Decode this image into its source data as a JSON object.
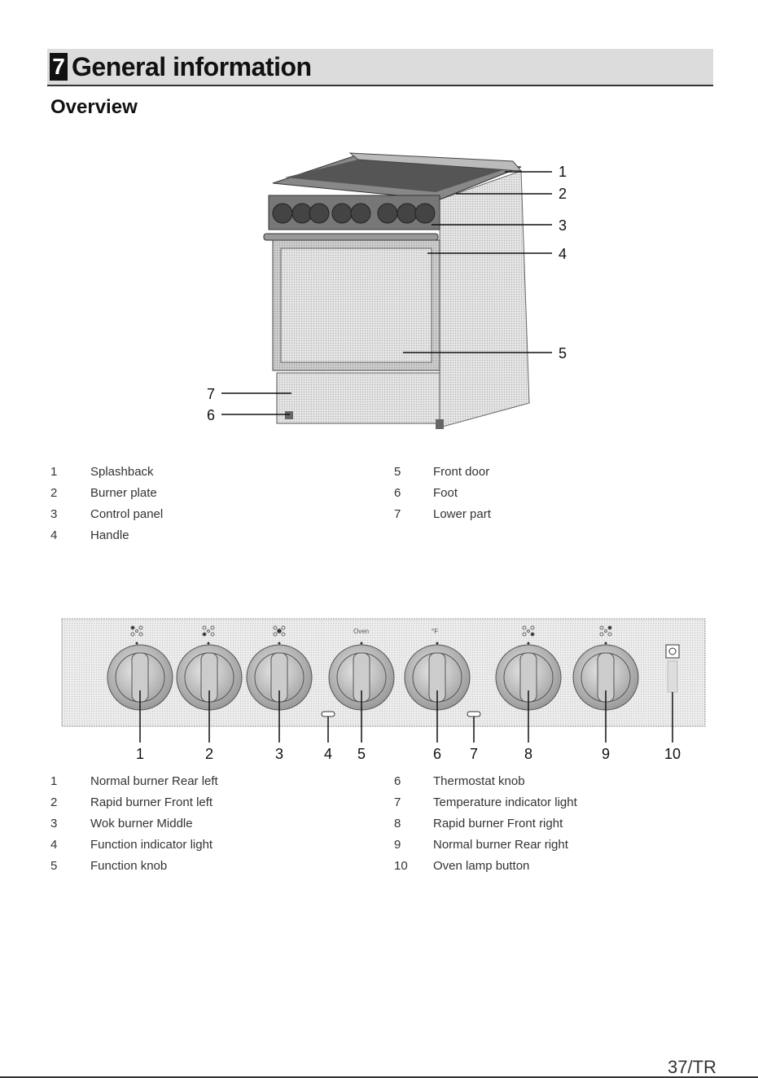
{
  "header": {
    "section_number": "7",
    "title": "General information"
  },
  "subtitle": "Overview",
  "overview_figure": {
    "callouts": [
      "1",
      "2",
      "3",
      "4",
      "5",
      "6",
      "7"
    ]
  },
  "overview_legend": [
    {
      "num": "1",
      "label": "Splashback"
    },
    {
      "num": "2",
      "label": "Burner plate"
    },
    {
      "num": "3",
      "label": "Control panel"
    },
    {
      "num": "4",
      "label": "Handle"
    },
    {
      "num": "5",
      "label": "Front door"
    },
    {
      "num": "6",
      "label": "Foot"
    },
    {
      "num": "7",
      "label": "Lower part"
    }
  ],
  "control_panel_figure": {
    "oven_label": "Oven",
    "temp_unit_label": "°F",
    "callouts": [
      "1",
      "2",
      "3",
      "4",
      "5",
      "6",
      "7",
      "8",
      "9",
      "10"
    ]
  },
  "control_legend": [
    {
      "num": "1",
      "label": "Normal burner Rear left"
    },
    {
      "num": "2",
      "label": "Rapid burner Front left"
    },
    {
      "num": "3",
      "label": "Wok burner Middle"
    },
    {
      "num": "4",
      "label": "Function indicator light"
    },
    {
      "num": "5",
      "label": "Function knob"
    },
    {
      "num": "6",
      "label": "Thermostat knob"
    },
    {
      "num": "7",
      "label": "Temperature indicator light"
    },
    {
      "num": "8",
      "label": "Rapid burner Front right"
    },
    {
      "num": "9",
      "label": "Normal burner Rear right"
    },
    {
      "num": "10",
      "label": "Oven lamp button"
    }
  ],
  "page_number": "37/TR",
  "icons": [
    "burner-position-icon",
    "oven-lamp-icon",
    "knob-icon",
    "indicator-light-icon"
  ]
}
